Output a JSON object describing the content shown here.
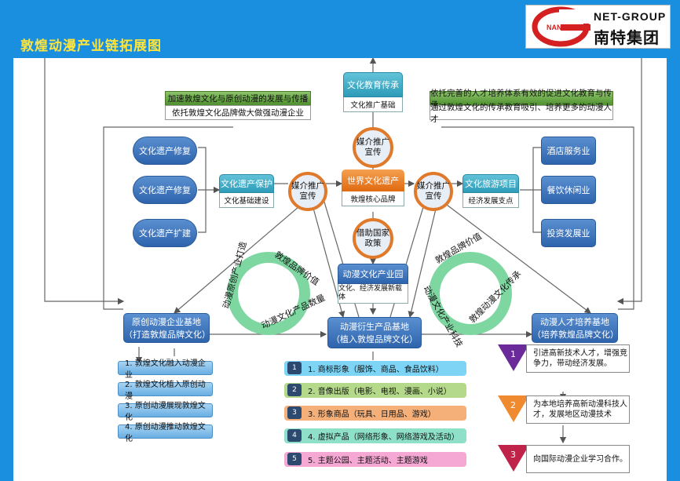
{
  "page": {
    "title": "敦煌动漫产业链拓展图"
  },
  "logo": {
    "en": "NET-GROUP",
    "cn": "南特集团",
    "mark": "NAN TE"
  },
  "top": {
    "center_card": {
      "title": "文化教育传承",
      "sub": "文化推广基础"
    },
    "left_green": "加速敦煌文化与原创动漫的发展与传播",
    "left_white": "依托敦煌文化品牌做大做强动漫企业",
    "right_green": "依托完善的人才培养体系有效的促进文化教育与传承",
    "right_white": "通过敦煌文化的传承教育吸引、培养更多的动漫人才"
  },
  "left_pills": [
    "文化遗产修复",
    "文化遗产修复",
    "文化遗产扩建"
  ],
  "right_pills": [
    "酒店服务业",
    "餐饮休闲业",
    "投资发展业"
  ],
  "center": {
    "core": {
      "title": "世界文化遗产",
      "sub": "敦煌核心品牌"
    },
    "left_card": {
      "title": "文化遗产保护",
      "sub": "文化基础建设"
    },
    "right_card": {
      "title": "文化旅游项目",
      "sub": "经济发展支点"
    },
    "circle_top": "媒介推广宣传",
    "circle_left": "媒介推广宣传",
    "circle_right": "媒介推广宣传",
    "circle_bottom": "借助国家政策",
    "park": {
      "title": "动漫文化产业园",
      "sub": "文化、经济发展新载体"
    }
  },
  "rings": {
    "left_labels": [
      "敦煌品牌价值",
      "动漫文化产品数量",
      "动漫原创产业打造"
    ],
    "right_labels": [
      "敦煌品牌价值",
      "敦煌动漫文化传承",
      "动漫文化产业科技"
    ]
  },
  "bases": {
    "left": {
      "title": "原创动漫企业基地",
      "sub": "（打造敦煌品牌文化）"
    },
    "center": {
      "title": "动漫衍生产品基地",
      "sub": "（植入敦煌品牌文化）"
    },
    "right": {
      "title": "动漫人才培养基地",
      "sub": "（培养敦煌品牌文化）"
    }
  },
  "left_list": [
    "1. 敦煌文化融入动漫企业",
    "2. 敦煌文化植入原创动漫",
    "3. 原创动漫展现敦煌文化",
    "4. 原创动漫推动敦煌文化"
  ],
  "products": [
    {
      "num": "1",
      "text": "1. 商标形象（服饰、商品、食品饮料）",
      "color": "#7ed4f5"
    },
    {
      "num": "2",
      "text": "2. 音像出版（电影、电视、漫画、小说）",
      "color": "#b5d98a"
    },
    {
      "num": "3",
      "text": "3. 形象商品（玩具、日用品、游戏）",
      "color": "#f5b07a"
    },
    {
      "num": "4",
      "text": "4. 虚拟产品（网络形象、网络游戏及活动）",
      "color": "#8fe0c8"
    },
    {
      "num": "5",
      "text": "5. 主题公园、主题活动、主题游戏",
      "color": "#f5a8d4"
    }
  ],
  "steps": [
    {
      "num": "1",
      "text": "引进高新技术人才，增强竞争力，带动经济发展。",
      "color": "#6a2a9a"
    },
    {
      "num": "2",
      "text": "为本地培养高新动漫科技人才，发展地区动漫技术",
      "color": "#f08a30"
    },
    {
      "num": "3",
      "text": "向国际动漫企业学习合作。",
      "color": "#c0234a"
    }
  ]
}
